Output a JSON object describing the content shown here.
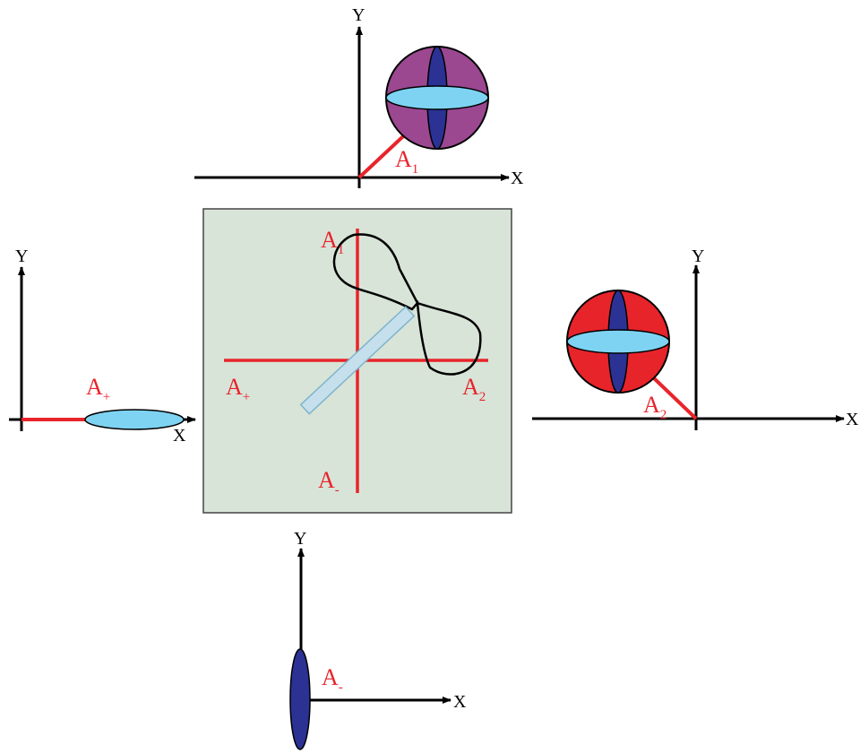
{
  "colors": {
    "red": "#e8242b",
    "panel_fill": "#d8e4d8",
    "light_blue": "#7fd3f2",
    "dark_blue": "#2b3294",
    "purple": "#9b4891",
    "sphere_red": "#e8242b",
    "bar_fill": "#c5e0ec"
  },
  "top_plot": {
    "x_label": "X",
    "y_label": "Y",
    "vector_label": {
      "base": "A",
      "sub": "1"
    }
  },
  "right_plot": {
    "x_label": "X",
    "y_label": "Y",
    "vector_label": {
      "base": "A",
      "sub": "2"
    }
  },
  "left_plot": {
    "x_label": "X",
    "y_label": "Y",
    "vector_label": {
      "base": "A",
      "sub": "+"
    }
  },
  "bottom_plot": {
    "x_label": "X",
    "y_label": "Y",
    "vector_label": {
      "base": "A",
      "sub": "-"
    }
  },
  "center_panel": {
    "label_top": {
      "base": "A",
      "sub": "1"
    },
    "label_right": {
      "base": "A",
      "sub": "2"
    },
    "label_left": {
      "base": "A",
      "sub": "+"
    },
    "label_bottom": {
      "base": "A",
      "sub": "-"
    }
  }
}
